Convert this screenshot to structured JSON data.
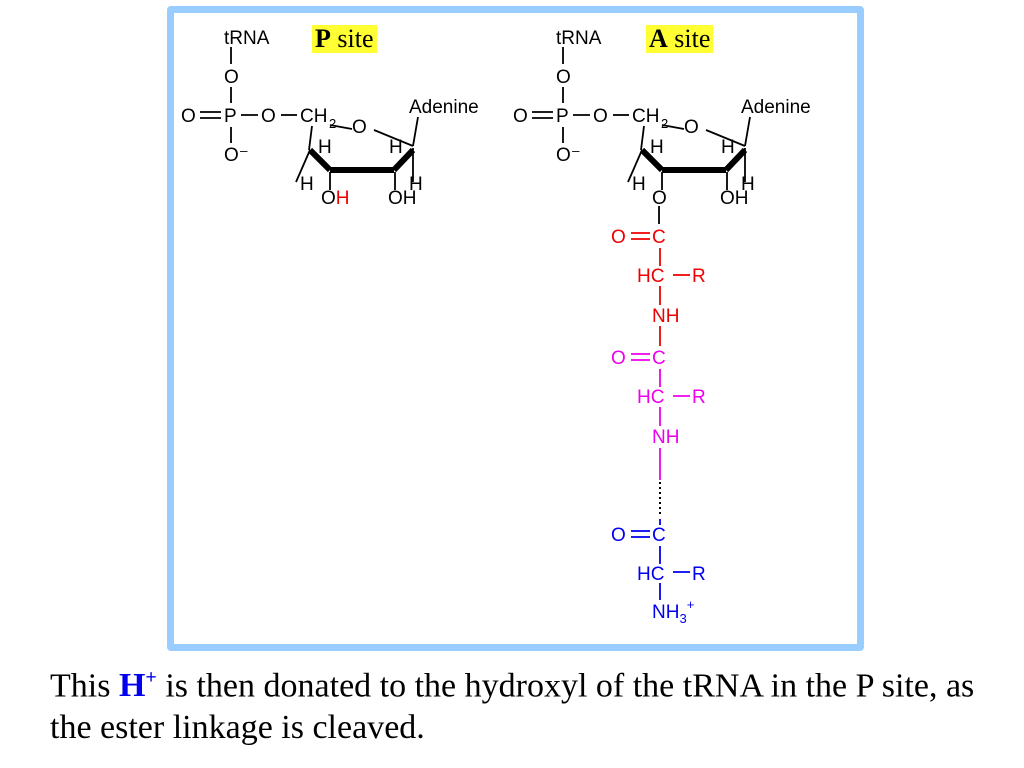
{
  "labels": {
    "p_site": {
      "letter": "P",
      "word": "site"
    },
    "a_site": {
      "letter": "A",
      "word": "site"
    }
  },
  "molecule": {
    "trna": "tRNA",
    "o": "O",
    "p": "P",
    "o_minus": "O⁻",
    "ch": "CH",
    "sub_2": "2",
    "adenine": "Adenine",
    "h": "H",
    "oh_o": "O",
    "oh_h": "H",
    "oh": "OH",
    "c": "C",
    "hc": "HC",
    "r": "R",
    "nh": "NH",
    "nh3_base": "NH",
    "nh3_sub": "3",
    "nh3_sup": "+"
  },
  "caption": {
    "before": "This ",
    "hplus_letter": "H",
    "hplus_sup": "+",
    "after": " is then donated to the hydroxyl of the tRNA in the P site, as the ester linkage is cleaved."
  },
  "colors": {
    "frame": "#99ccff",
    "label_highlight": "#ffff33",
    "residue_1": "#ee0000",
    "residue_2": "#ee00ee",
    "residue_3": "#0000ee",
    "hydroxyl_h": "#ee0000",
    "caption_h": "#0000ee"
  }
}
